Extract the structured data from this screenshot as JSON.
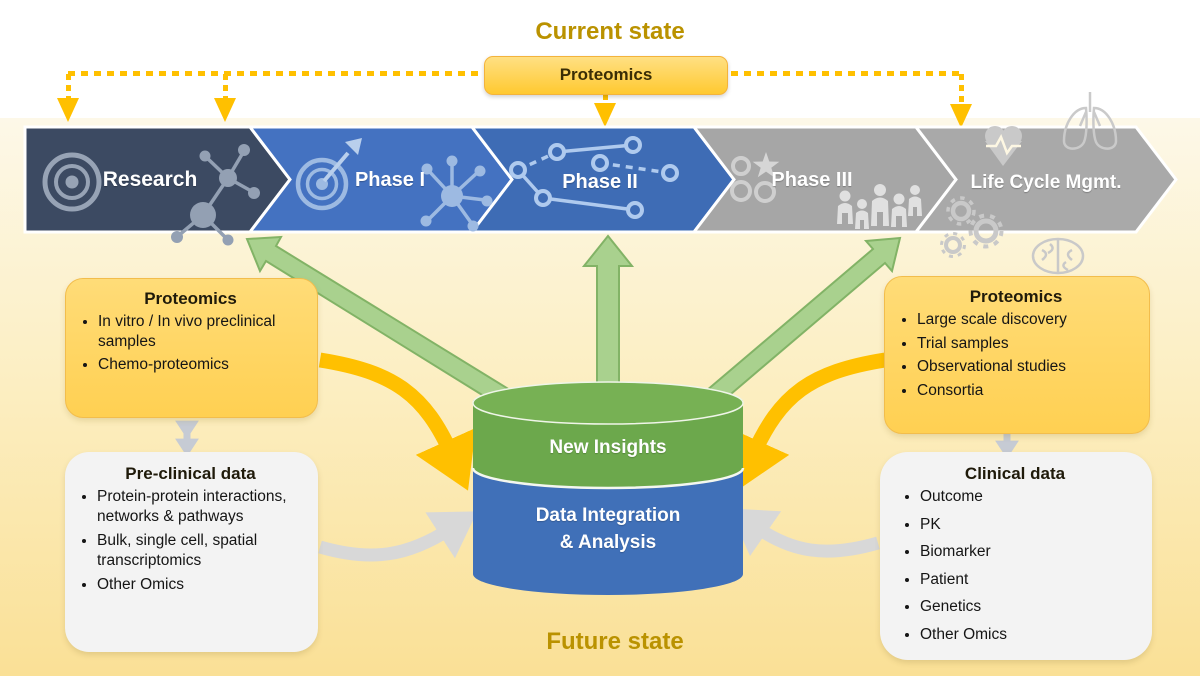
{
  "colors": {
    "accent_yellow": "#FFC000",
    "state_label_text": "#BA9200",
    "chevron_research": "#3C4A62",
    "chevron_phase1": "#4472C1",
    "chevron_phase2": "#3E6CB5",
    "chevron_gray": "#A6A6A6",
    "green_arrow_fill": "#A9D18E",
    "cylinder_green": "#6CA84C",
    "cylinder_blue": "#4070B8",
    "gray_arrow": "#D8D8D8",
    "yellow_box": "#FFD45C",
    "white_box": "#F3F3F3"
  },
  "header": {
    "current_state": "Current state",
    "proteomics_box": "Proteomics"
  },
  "pipeline": {
    "stages": [
      {
        "label": "Research",
        "icons": [
          "target-rings-icon",
          "molecule-network-icon"
        ]
      },
      {
        "label": "Phase I",
        "icons": [
          "dart-target-icon",
          "hub-molecule-icon"
        ]
      },
      {
        "label": "Phase II",
        "icons": [
          "network-graph-icon"
        ]
      },
      {
        "label": "Phase III",
        "icons": [
          "star-circles-icon",
          "people-group-icon"
        ]
      },
      {
        "label": "Life Cycle Mgmt.",
        "icons": [
          "heart-pulse-icon",
          "lungs-icon",
          "gears-icon",
          "brain-icon"
        ]
      }
    ]
  },
  "left_yellow": {
    "title": "Proteomics",
    "bullets": [
      "In vitro / In vivo preclinical samples",
      "Chemo-proteomics"
    ]
  },
  "left_white": {
    "title": "Pre-clinical data",
    "bullets": [
      "Protein-protein interactions, networks & pathways",
      "Bulk, single cell, spatial transcriptomics",
      "Other Omics"
    ]
  },
  "right_yellow": {
    "title": "Proteomics",
    "bullets": [
      "Large scale discovery",
      "Trial samples",
      "Observational studies",
      "Consortia"
    ]
  },
  "right_white": {
    "title": "Clinical data",
    "bullets": [
      "Outcome",
      "PK",
      "Biomarker",
      "Patient",
      "Genetics",
      "Other Omics"
    ]
  },
  "cylinder": {
    "top_label": "New Insights",
    "bottom_label": "Data Integration\n& Analysis"
  },
  "footer": {
    "future_state": "Future state"
  }
}
